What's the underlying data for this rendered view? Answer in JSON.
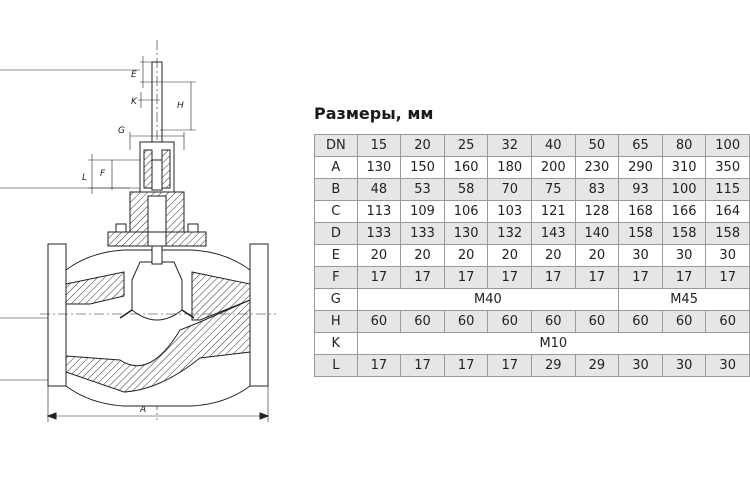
{
  "drawing": {
    "dimension_labels": {
      "E": "E",
      "K": "K",
      "H": "H",
      "G": "G",
      "L": "L",
      "F": "F",
      "A": "A"
    }
  },
  "title": "Размеры, мм",
  "table": {
    "rows": [
      {
        "label": "DN",
        "cells": [
          [
            "15",
            1
          ],
          [
            "20",
            1
          ],
          [
            "25",
            1
          ],
          [
            "32",
            1
          ],
          [
            "40",
            1
          ],
          [
            "50",
            1
          ],
          [
            "65",
            1
          ],
          [
            "80",
            1
          ],
          [
            "100",
            1
          ]
        ]
      },
      {
        "label": "A",
        "cells": [
          [
            "130",
            1
          ],
          [
            "150",
            1
          ],
          [
            "160",
            1
          ],
          [
            "180",
            1
          ],
          [
            "200",
            1
          ],
          [
            "230",
            1
          ],
          [
            "290",
            1
          ],
          [
            "310",
            1
          ],
          [
            "350",
            1
          ]
        ]
      },
      {
        "label": "B",
        "cells": [
          [
            "48",
            1
          ],
          [
            "53",
            1
          ],
          [
            "58",
            1
          ],
          [
            "70",
            1
          ],
          [
            "75",
            1
          ],
          [
            "83",
            1
          ],
          [
            "93",
            1
          ],
          [
            "100",
            1
          ],
          [
            "115",
            1
          ]
        ]
      },
      {
        "label": "C",
        "cells": [
          [
            "113",
            1
          ],
          [
            "109",
            1
          ],
          [
            "106",
            1
          ],
          [
            "103",
            1
          ],
          [
            "121",
            1
          ],
          [
            "128",
            1
          ],
          [
            "168",
            1
          ],
          [
            "166",
            1
          ],
          [
            "164",
            1
          ]
        ]
      },
      {
        "label": "D",
        "cells": [
          [
            "133",
            1
          ],
          [
            "133",
            1
          ],
          [
            "130",
            1
          ],
          [
            "132",
            1
          ],
          [
            "143",
            1
          ],
          [
            "140",
            1
          ],
          [
            "158",
            1
          ],
          [
            "158",
            1
          ],
          [
            "158",
            1
          ]
        ]
      },
      {
        "label": "E",
        "cells": [
          [
            "20",
            1
          ],
          [
            "20",
            1
          ],
          [
            "20",
            1
          ],
          [
            "20",
            1
          ],
          [
            "20",
            1
          ],
          [
            "20",
            1
          ],
          [
            "30",
            1
          ],
          [
            "30",
            1
          ],
          [
            "30",
            1
          ]
        ]
      },
      {
        "label": "F",
        "cells": [
          [
            "17",
            1
          ],
          [
            "17",
            1
          ],
          [
            "17",
            1
          ],
          [
            "17",
            1
          ],
          [
            "17",
            1
          ],
          [
            "17",
            1
          ],
          [
            "17",
            1
          ],
          [
            "17",
            1
          ],
          [
            "17",
            1
          ]
        ]
      },
      {
        "label": "G",
        "cells": [
          [
            "M40",
            6
          ],
          [
            "M45",
            3
          ]
        ]
      },
      {
        "label": "H",
        "cells": [
          [
            "60",
            1
          ],
          [
            "60",
            1
          ],
          [
            "60",
            1
          ],
          [
            "60",
            1
          ],
          [
            "60",
            1
          ],
          [
            "60",
            1
          ],
          [
            "60",
            1
          ],
          [
            "60",
            1
          ],
          [
            "60",
            1
          ]
        ]
      },
      {
        "label": "K",
        "cells": [
          [
            "M10",
            9
          ]
        ]
      },
      {
        "label": "L",
        "cells": [
          [
            "17",
            1
          ],
          [
            "17",
            1
          ],
          [
            "17",
            1
          ],
          [
            "17",
            1
          ],
          [
            "29",
            1
          ],
          [
            "29",
            1
          ],
          [
            "30",
            1
          ],
          [
            "30",
            1
          ],
          [
            "30",
            1
          ]
        ]
      }
    ]
  }
}
